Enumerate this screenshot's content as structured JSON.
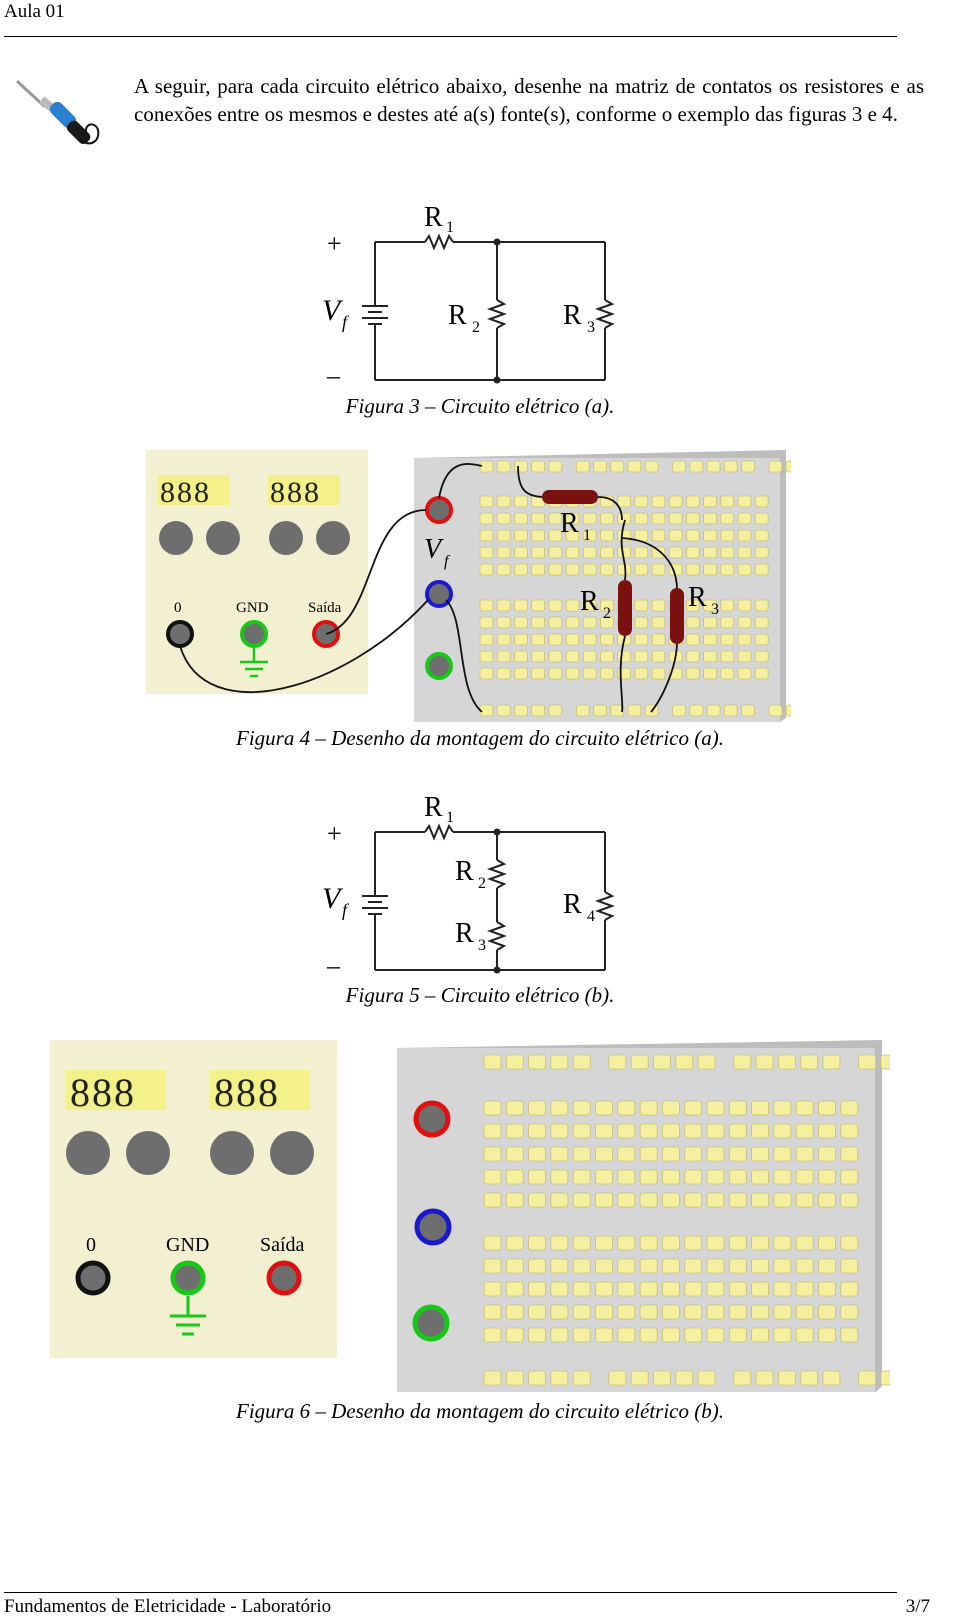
{
  "header": {
    "title": "Aula 01"
  },
  "intro": {
    "text": "A seguir, para cada circuito elétrico abaixo, desenhe na matriz de contatos os resistores e as conexões entre os mesmos e destes até a(s) fonte(s), conforme o exemplo das figuras 3 e 4."
  },
  "icon": {
    "name": "soldering-iron-icon"
  },
  "figures": {
    "fig3": {
      "caption": "Figura 3 – Circuito elétrico (a).",
      "plus": "+",
      "minus": "–",
      "source_main": "V",
      "source_sub": "f",
      "r1": "R",
      "r1_sub": "1",
      "r2": "R",
      "r2_sub": "2",
      "r3": "R",
      "r3_sub": "3"
    },
    "fig4": {
      "caption": "Figura 4 – Desenho da montagem do circuito elétrico (a).",
      "display_left": "888",
      "display_right": "888",
      "jack0": "0",
      "jack_gnd": "GND",
      "jack_out": "Saída",
      "source_main": "V",
      "source_sub": "f",
      "r1": "R",
      "r1_sub": "1",
      "r2": "R",
      "r2_sub": "2",
      "r3": "R",
      "r3_sub": "3"
    },
    "fig5": {
      "caption": "Figura 5 – Circuito elétrico (b).",
      "plus": "+",
      "minus": "–",
      "source_main": "V",
      "source_sub": "f",
      "r1": "R",
      "r1_sub": "1",
      "r2": "R",
      "r2_sub": "2",
      "r3": "R",
      "r3_sub": "3",
      "r4": "R",
      "r4_sub": "4"
    },
    "fig6": {
      "caption": "Figura 6 – Desenho da montagem do circuito elétrico (b).",
      "display_left": "888",
      "display_right": "888",
      "jack0": "0",
      "jack_gnd": "GND",
      "jack_out": "Saída"
    }
  },
  "colors": {
    "panel_yellow": "#f2f0d0",
    "board_gray": "#d6d6d6",
    "resistor": "#7a1010",
    "hole": "#f5f0a0",
    "knob": "#6e6e6e",
    "jack_red": "#e01010",
    "jack_green": "#18c818",
    "jack_blue": "#1a1acc",
    "display": "#f3f08a"
  },
  "footer": {
    "left": "Fundamentos de Eletricidade - Laboratório",
    "right": "3/7"
  }
}
